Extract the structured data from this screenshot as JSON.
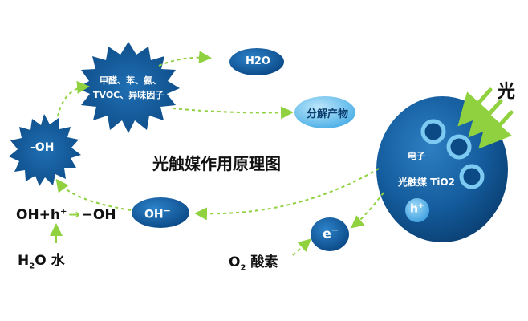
{
  "diagram": {
    "title": "光触媒作用原理图",
    "pollutants_label": [
      "甲醛、苯、氨、",
      "TVOC、异味因子"
    ],
    "water_product": "H2O",
    "decomposition": "分解产物",
    "hydroxyl_radical": "-OH",
    "light": "光",
    "electron_label": "电子",
    "catalyst_label": "光触媒 TiO2",
    "hole": "h",
    "hole_plus": "+",
    "hydroxide_ion": "OH",
    "hydroxide_minus": "−",
    "electron": "e",
    "electron_minus": "−",
    "reaction_left": "OH+h",
    "reaction_hplus": "+",
    "reaction_arrow": "→",
    "reaction_right": "−OH",
    "water_formula_left": "H",
    "water_formula_sub": "2",
    "water_formula_right": "O 水",
    "oxygen_left": "O",
    "oxygen_sub": "2",
    "oxygen_right": " 酸素"
  },
  "colors": {
    "dark_blue": "#0f4c86",
    "mid_blue": "#1b6db2",
    "light_blue": "#6fc2ee",
    "green": "#8fd13f",
    "white": "#ffffff"
  }
}
